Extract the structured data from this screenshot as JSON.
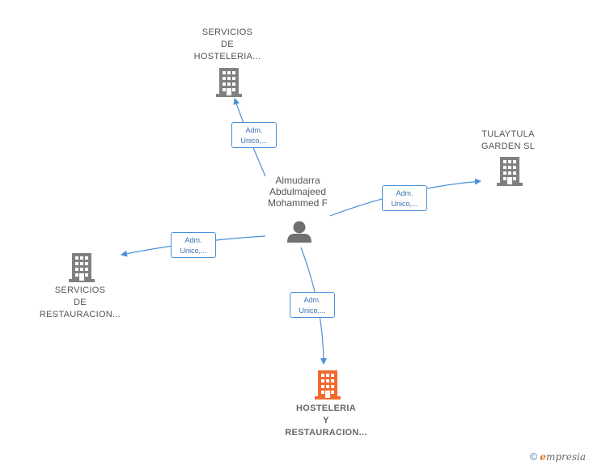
{
  "colors": {
    "edge": "#4a90d9",
    "company_icon": "#808080",
    "company_icon_highlight": "#f26a2e",
    "person_icon": "#707070"
  },
  "person": {
    "lines": [
      "Almudarra",
      "Abdulmajeed",
      "Mohammed F"
    ],
    "icon": "person-icon"
  },
  "companies": [
    {
      "id": "servicios-hosteleria",
      "lines": [
        "SERVICIOS",
        "DE",
        "HOSTELERIA..."
      ],
      "icon": "building-icon",
      "highlight": false
    },
    {
      "id": "tulaytula-garden",
      "lines": [
        "TULAYTULA",
        "GARDEN  SL"
      ],
      "icon": "building-icon",
      "highlight": false
    },
    {
      "id": "servicios-restauracion",
      "lines": [
        "SERVICIOS",
        "DE",
        "RESTAURACION..."
      ],
      "icon": "building-icon",
      "highlight": false
    },
    {
      "id": "hosteleria-restauracion",
      "lines": [
        "HOSTELERIA",
        "Y",
        "RESTAURACION..."
      ],
      "icon": "building-icon",
      "highlight": true
    }
  ],
  "edges": [
    {
      "to": "servicios-hosteleria",
      "label": [
        "Adm.",
        "Unico,..."
      ]
    },
    {
      "to": "tulaytula-garden",
      "label": [
        "Adm.",
        "Unico,..."
      ]
    },
    {
      "to": "servicios-restauracion",
      "label": [
        "Adm.",
        "Unico,..."
      ]
    },
    {
      "to": "hosteleria-restauracion",
      "label": [
        "Adm.",
        "Unico,..."
      ]
    }
  ],
  "watermark": {
    "symbol": "©",
    "brand_initial": "e",
    "brand_rest": "mpresia"
  }
}
